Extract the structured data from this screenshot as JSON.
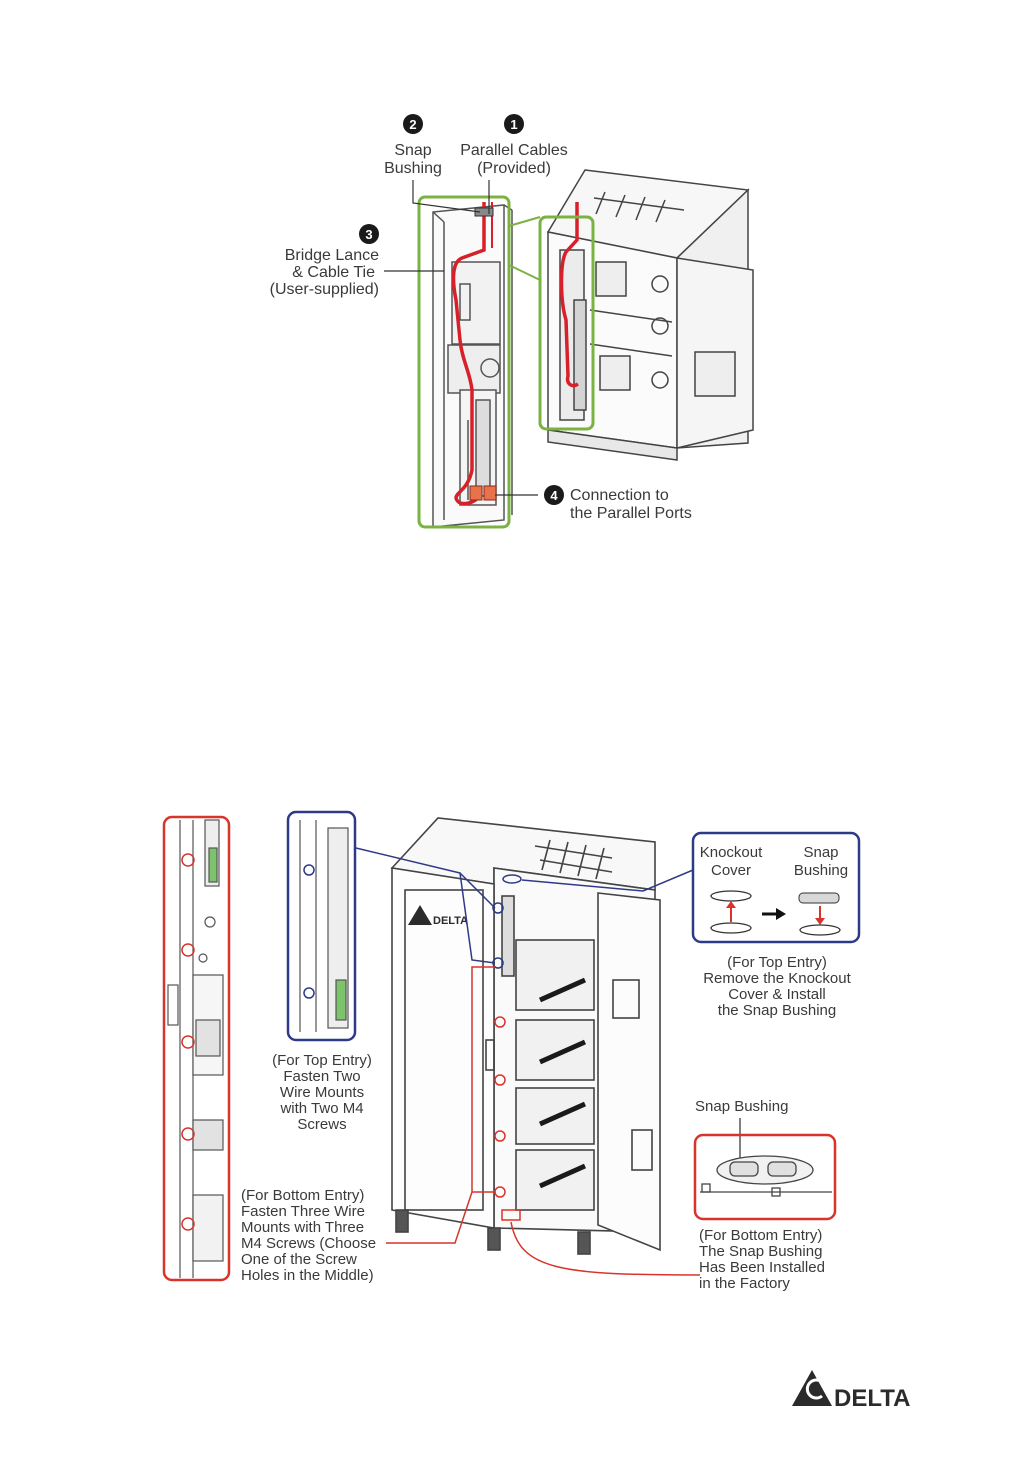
{
  "figure1": {
    "callouts": [
      {
        "number": "1",
        "lines": [
          "Parallel Cables",
          "(Provided)"
        ]
      },
      {
        "number": "2",
        "lines": [
          "Snap",
          "Bushing"
        ]
      },
      {
        "number": "3",
        "lines": [
          "Bridge Lance",
          "& Cable Tie",
          "(User-supplied)"
        ]
      },
      {
        "number": "4",
        "lines": [
          "Connection to",
          "the Parallel Ports"
        ]
      }
    ]
  },
  "figure2": {
    "knockout_cover": [
      "Knockout",
      "Cover"
    ],
    "snap_bushing_top": [
      "Snap",
      "Bushing"
    ],
    "top_entry_bushing": [
      "(For Top Entry)",
      "Remove the Knockout",
      "Cover & Install",
      "the Snap Bushing"
    ],
    "top_entry_mounts": [
      "(For Top Entry)",
      "Fasten Two",
      "Wire Mounts",
      "with Two M4",
      "Screws"
    ],
    "bottom_entry_mounts": [
      "(For Bottom Entry)",
      "Fasten Three Wire",
      "Mounts with Three",
      "M4 Screws (Choose",
      "One of the Screw",
      "Holes in the Middle)"
    ],
    "snap_bushing_label": "Snap Bushing",
    "bottom_entry_bushing": [
      "(For Bottom Entry)",
      "The Snap Bushing",
      "Has Been Installed",
      "in the Factory"
    ],
    "cabinet_logo": "DELTA"
  },
  "footer": {
    "logo_text": "DELTA"
  },
  "colors": {
    "green": "#7bb342",
    "red": "#d9342b",
    "navy": "#2e3a87",
    "dark": "#2b2b2b",
    "cable": "#d8202a"
  }
}
